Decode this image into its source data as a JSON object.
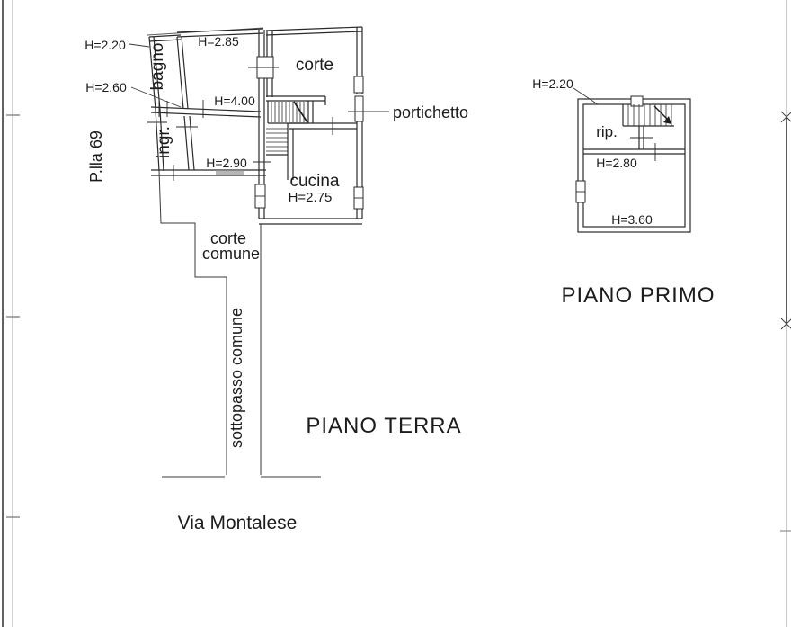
{
  "colors": {
    "background": "#ffffff",
    "line": "#2a2a2a",
    "thin_line": "#5a5a5a",
    "border_mark": "#9a9a9a",
    "text": "#1c1c1c"
  },
  "sheet": {
    "parcel_label": "P.lla 69",
    "street_label": "Via Montalese"
  },
  "ground": {
    "title": "PIANO TERRA",
    "rooms": {
      "bagno": "bagno",
      "ingresso": "ingr.",
      "corte": "corte",
      "cucina": "cucina",
      "portichetto": "portichetto",
      "corte_comune_1": "corte",
      "corte_comune_2": "comune",
      "sottopasso": "sottopasso comune"
    },
    "heights": {
      "h220": "H=2.20",
      "h260": "H=2.60",
      "h285": "H=2.85",
      "h400": "H=4.00",
      "h290": "H=2.90",
      "h275": "H=2.75"
    }
  },
  "first": {
    "title": "PIANO PRIMO",
    "rooms": {
      "ripostiglio": "rip."
    },
    "heights": {
      "h220": "H=2.20",
      "h280": "H=2.80",
      "h360": "H=3.60"
    }
  }
}
